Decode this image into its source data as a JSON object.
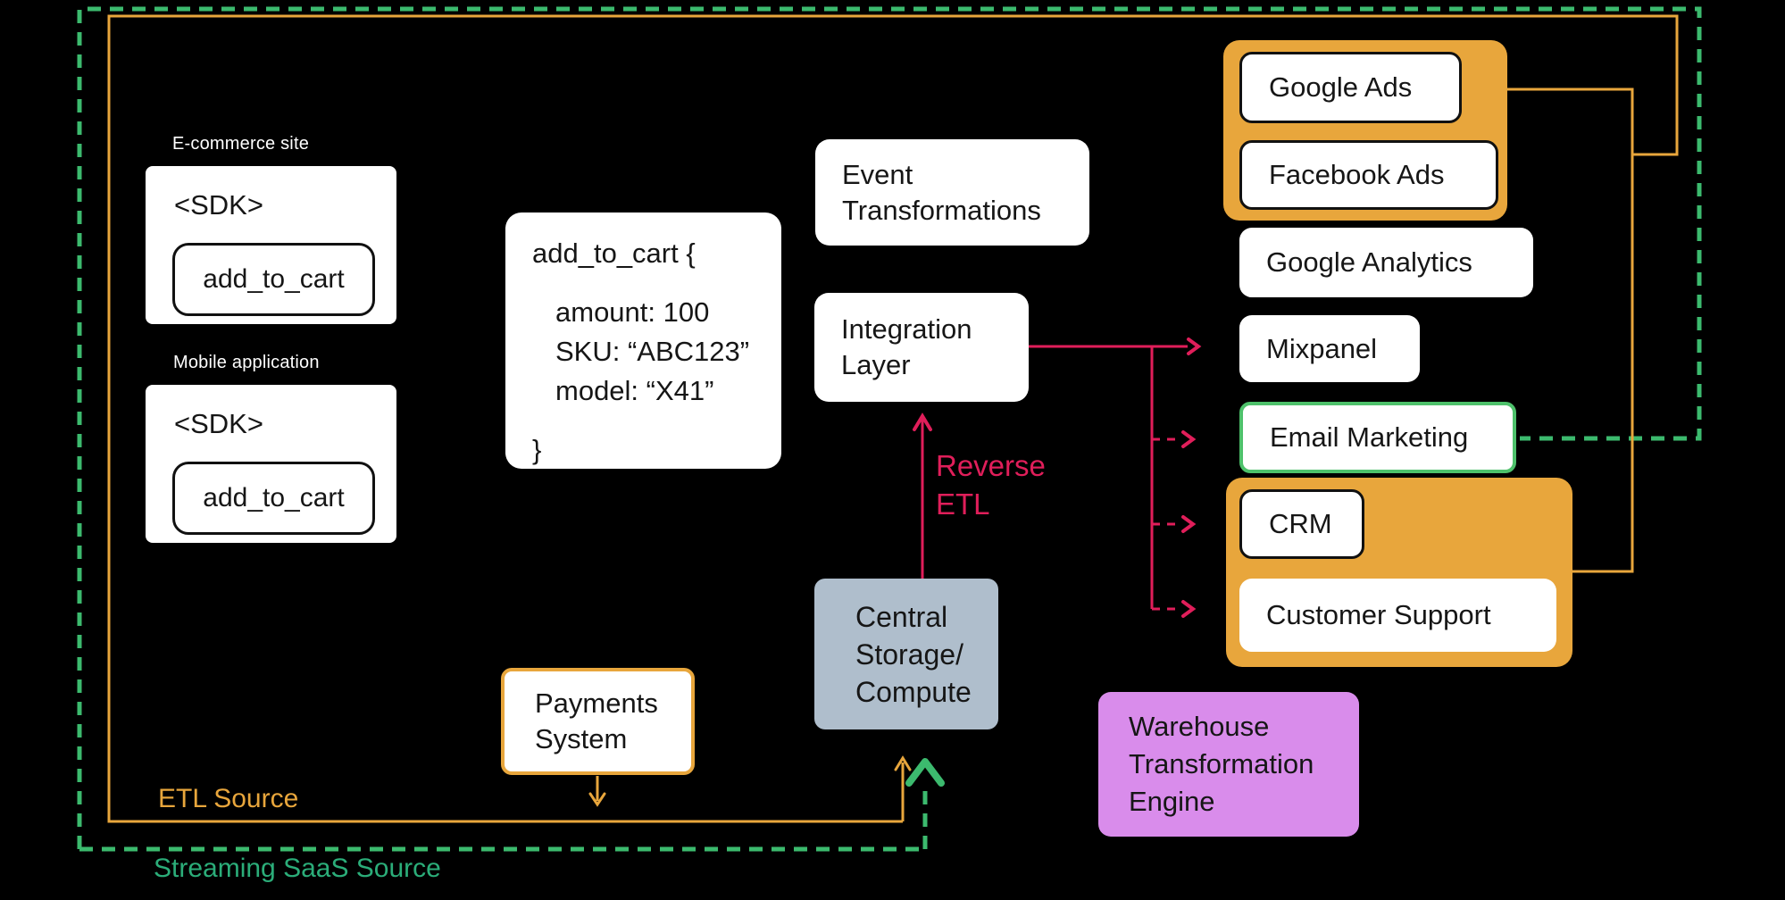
{
  "colors": {
    "background": "#000000",
    "orange_accent": "#E8A63C",
    "green_accent": "#3CBA6E",
    "green_label": "#2BAD79",
    "email_border_green": "#4EC16B",
    "pink_accent": "#E01E5A",
    "purple_fill": "#D98CEB",
    "storage_fill": "#AFBECC",
    "node_fill": "#FFFFFF",
    "node_text": "#161616"
  },
  "sources": {
    "ecommerce": {
      "label": "E-commerce site",
      "sdk": "<SDK>",
      "event": "add_to_cart"
    },
    "mobile": {
      "label": "Mobile application",
      "sdk": "<SDK>",
      "event": "add_to_cart"
    }
  },
  "payload": {
    "lines": [
      "add_to_cart {",
      "amount: 100",
      "SKU: “ABC123”",
      "model: “X41”",
      "}"
    ]
  },
  "pipeline": {
    "event_transformations": "Event Transformations",
    "integration_layer": "Integration Layer",
    "central_storage": {
      "lines": [
        "Central",
        "Storage/",
        "Compute"
      ]
    },
    "payments_system": "Payments System",
    "warehouse_engine": "Warehouse Transformation Engine"
  },
  "destinations": {
    "ads_group": {
      "items": [
        "Google Ads",
        "Facebook Ads"
      ]
    },
    "google_analytics": "Google Analytics",
    "mixpanel": "Mixpanel",
    "email_marketing": "Email Marketing",
    "crm_group": {
      "items": [
        "CRM",
        "Customer Support"
      ]
    }
  },
  "annotations": {
    "etl_source": "ETL Source",
    "streaming_source": "Streaming SaaS Source",
    "reverse_etl": "Reverse ETL"
  }
}
